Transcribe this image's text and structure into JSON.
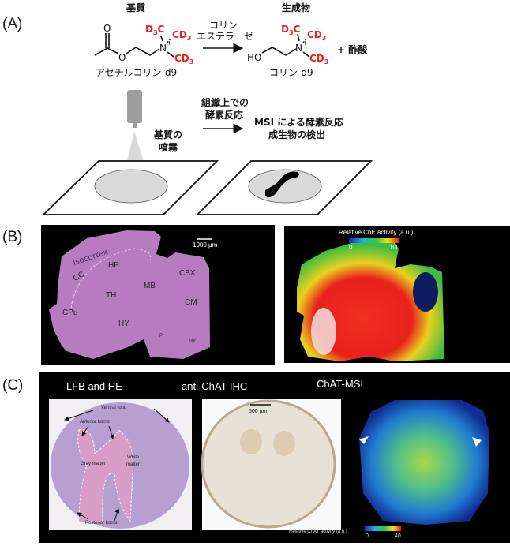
{
  "panel_labels": {
    "a": "(A)",
    "b": "(B)",
    "c": "(C)"
  },
  "panel_a": {
    "substrate_header": "基質",
    "product_header": "生成物",
    "substrate_name": "アセチルコリン-d9",
    "product_name": "コリン-d9",
    "enzyme_line1": "コリン",
    "enzyme_line2": "エステラーゼ",
    "byproduct": "+ 酢酸",
    "atom_o": "O",
    "atom_o2": "O",
    "atom_n": "N",
    "atom_n2": "N",
    "charge": "+",
    "charge2": "+",
    "ho": "HO",
    "d3c": "D3C",
    "cd3_a": "CD3",
    "cd3_b": "CD3",
    "d3c_2": "D3C",
    "cd3_c": "CD3",
    "cd3_d": "CD3",
    "spray_line1": "基質の",
    "spray_line2": "噴霧",
    "reaction_line1": "組織上での",
    "reaction_line2": "酵素反応",
    "detect_line1": "MSI による酵素反応",
    "detect_line2": "成生物の検出"
  },
  "panel_b": {
    "scale_bar": "1000 µm",
    "regions": [
      "isocortex",
      "HP",
      "CC",
      "TH",
      "MB",
      "CBX",
      "CM",
      "CPu",
      "HY",
      "P",
      "MY"
    ],
    "colorbar_title": "Relative ChE activity (a.u.)",
    "colorbar_min": "0",
    "colorbar_max": "100",
    "colormap": [
      "#1b2fa8",
      "#1fb3e8",
      "#3cc43c",
      "#f2e21c",
      "#e8211b"
    ]
  },
  "panel_c": {
    "titles": [
      "LFB and HE",
      "anti-ChAT IHC",
      "ChAT-MSI"
    ],
    "annotations": {
      "ventral_root": "Ventral root",
      "anterior_horns": "Anterior horns",
      "gray_matter": "Gray matter",
      "white_matter_1": "White",
      "white_matter_2": "matter",
      "posterior_horns": "Posterior horns"
    },
    "scale_bar": "500 µm",
    "colorbar_title": "Relative ChAT activity (a.u.)",
    "colorbar_min": "0",
    "colorbar_max": "40"
  }
}
